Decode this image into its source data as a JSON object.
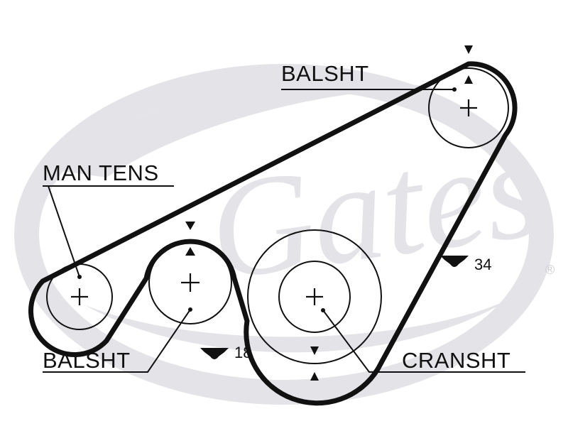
{
  "diagram": {
    "labels": {
      "balsht_top": "BALSHT",
      "man_tens": "MAN TENS",
      "balsht_bottom": "BALSHT",
      "cransht": "CRANSHT"
    },
    "tooth_counts": {
      "upper": "34",
      "lower": "18"
    },
    "watermark": {
      "brand": "Gates",
      "registered_mark": "®"
    },
    "colors": {
      "belt": "#111111",
      "line": "#111111",
      "watermark": "#d9d9dd"
    }
  }
}
